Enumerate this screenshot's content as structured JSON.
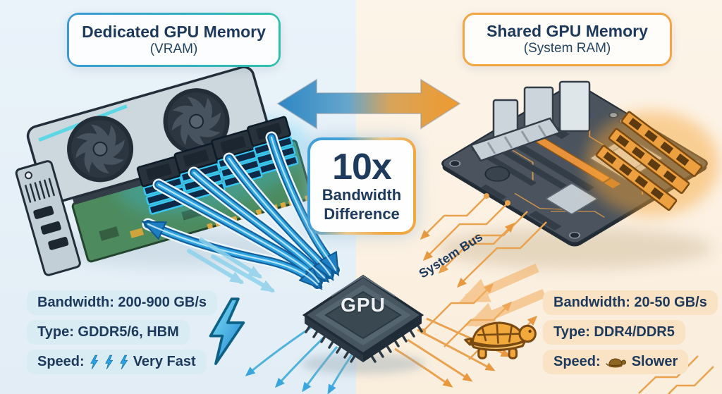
{
  "header": {
    "left_title": "Dedicated GPU Memory",
    "left_subtitle": "(VRAM)",
    "right_title": "Shared GPU Memory",
    "right_subtitle": "(System RAM)"
  },
  "center": {
    "multiplier": "10x",
    "caption_line1": "Bandwidth",
    "caption_line2": "Difference"
  },
  "gpu_chip": {
    "label": "GPU"
  },
  "system_bus": {
    "label": "System Bus"
  },
  "left_stats": {
    "bandwidth": "Bandwidth: 200-900 GB/s",
    "memory_type": "Type: GDDR5/6, HBM",
    "speed_prefix": "Speed:",
    "speed_suffix": "Very Fast"
  },
  "right_stats": {
    "bandwidth": "Bandwidth: 20-50 GB/s",
    "memory_type": "Type: DDR4/DDR5",
    "speed_prefix": "Speed:",
    "speed_suffix": "Slower"
  },
  "icons": {
    "left_speed_icon": "lightning-bolt",
    "right_speed_icon": "turtle"
  },
  "colors": {
    "dedicated_blue": "#2f9fd8",
    "dedicated_teal": "#2fc0ac",
    "shared_orange": "#f0a33e",
    "text_navy": "#1d3a5c",
    "vram_glow": "#35c3f0",
    "ram_glow": "#f59e2b"
  }
}
